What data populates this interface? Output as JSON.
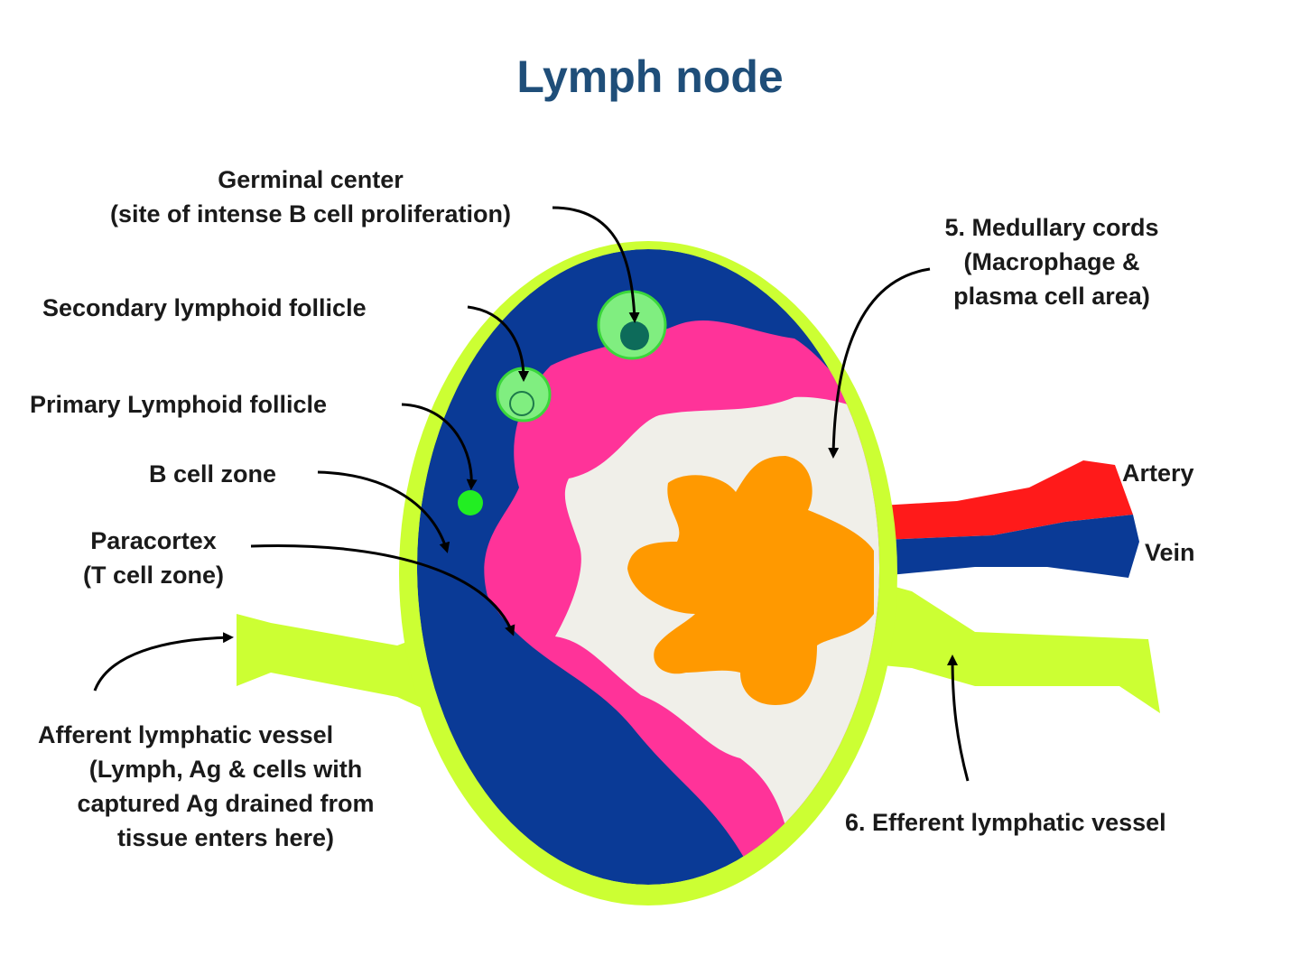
{
  "title": "Lymph node",
  "labels": {
    "germinal_center": [
      "Germinal center",
      "(site of intense B cell proliferation)"
    ],
    "secondary_follicle": "Secondary lymphoid follicle",
    "primary_follicle": "Primary Lymphoid follicle",
    "b_cell_zone": "B cell zone",
    "paracortex": [
      "Paracortex",
      "(T cell zone)"
    ],
    "afferent": [
      "Afferent lymphatic vessel",
      "(Lymph, Ag & cells with",
      "captured Ag drained from",
      "tissue enters here)"
    ],
    "medullary_cords": [
      "5. Medullary cords",
      "(Macrophage &",
      "plasma cell area)"
    ],
    "artery": "Artery",
    "vein": "Vein",
    "efferent": "6. Efferent lymphatic vessel"
  },
  "colors": {
    "capsule": "#ccff33",
    "cortex": "#0a3a96",
    "paracortex": "#ff3399",
    "medulla": "#f0efe9",
    "medullary_core": "#ff9900",
    "artery": "#ff1a1a",
    "vein": "#0a3a96",
    "follicle": "#80ee80",
    "germinal": "#0d6b5a",
    "primary_follicle": "#22ee22",
    "title": "#1f4e79"
  }
}
